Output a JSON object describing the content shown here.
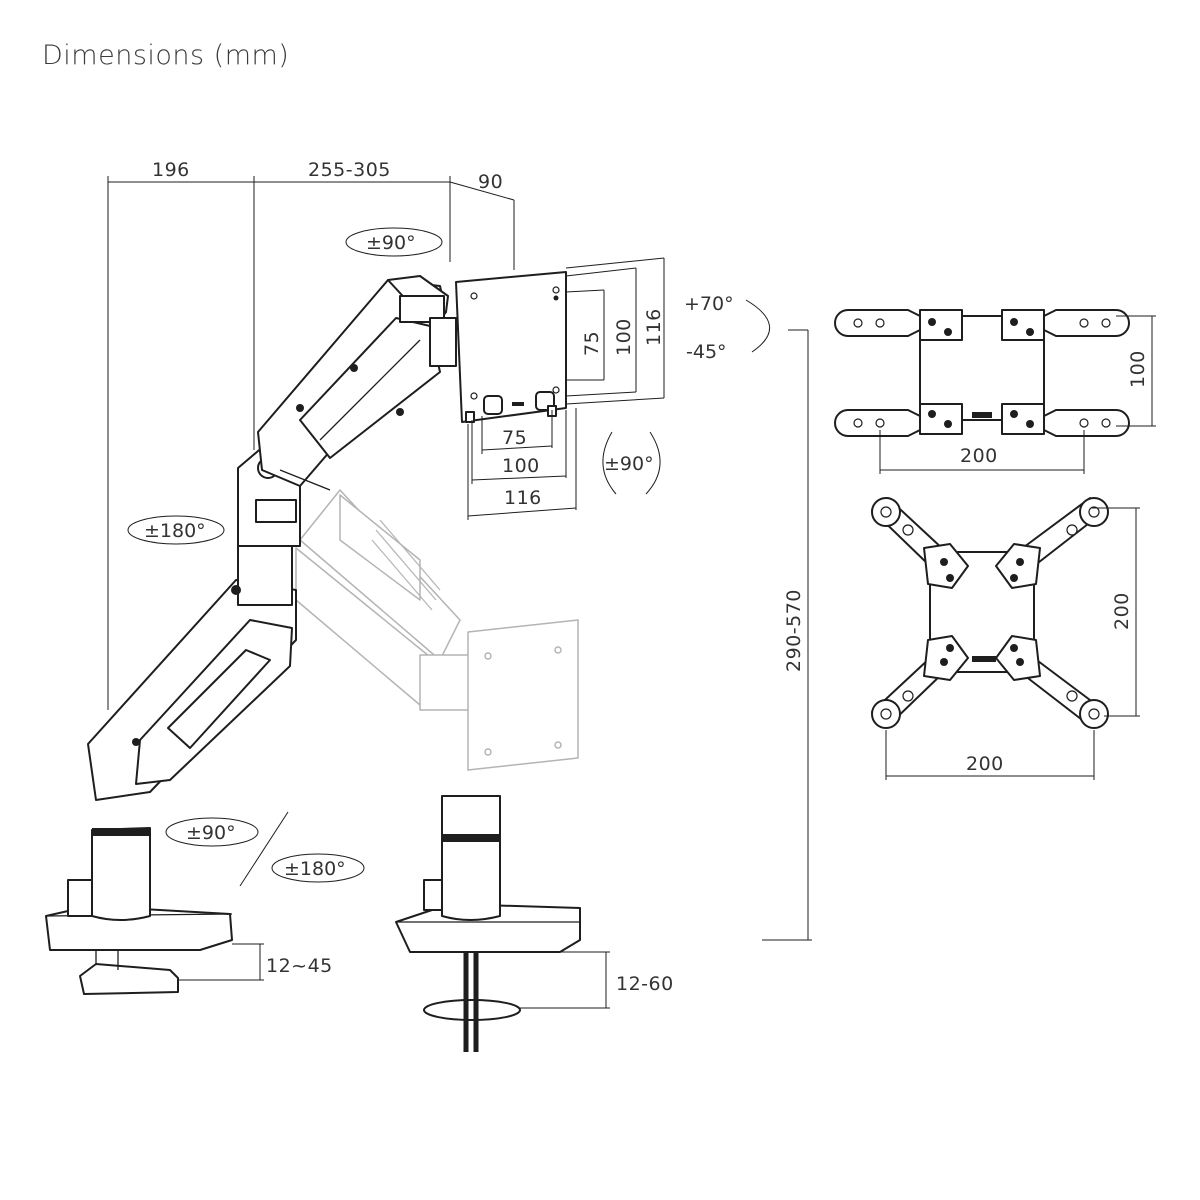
{
  "title": "Dimensions (mm)",
  "dimensions": {
    "base_to_pole": "196",
    "arm_reach": "255-305",
    "plate_depth": "90",
    "plate_height_inner": "75",
    "plate_height_mid": "100",
    "plate_height_outer": "116",
    "plate_width_inner": "75",
    "plate_width_mid": "100",
    "plate_width_outer": "116",
    "height_range": "290-570",
    "clamp_thickness": "12~45",
    "grommet_thickness": "12-60",
    "adapter_a_height": "100",
    "adapter_a_width": "200",
    "adapter_b_height": "200",
    "adapter_b_width": "200"
  },
  "rotations": {
    "head_swivel": "±90°",
    "tilt_up": "+70°",
    "tilt_down": "-45°",
    "screen_rotate": "±90°",
    "elbow_swivel": "±180°",
    "base_swivel": "±90°",
    "base_swivel_alt": "±180°"
  },
  "colors": {
    "line": "#1e1e1e",
    "ghost": "#b4b4b4",
    "text": "#333333"
  }
}
